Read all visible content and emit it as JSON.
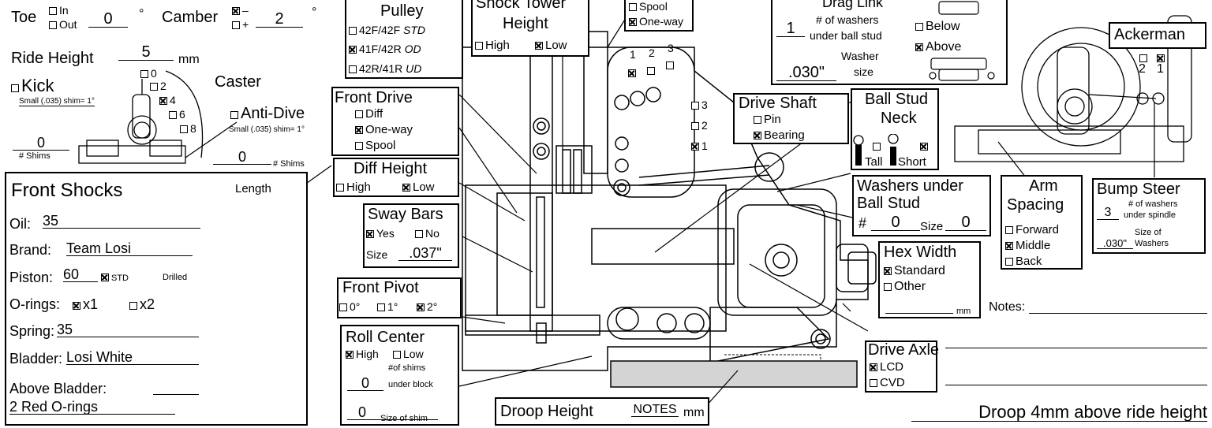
{
  "toe": {
    "label": "Toe",
    "opt_in": "In",
    "opt_out": "Out",
    "value": "0",
    "unit": "°"
  },
  "camber": {
    "label": "Camber",
    "opt_minus": "–",
    "opt_plus": "+",
    "value": "2",
    "unit": "°"
  },
  "ride_height": {
    "label": "Ride Height",
    "value": "5",
    "unit": "mm"
  },
  "kick": {
    "label": "Kick",
    "note": "Small (.035) shim= 1°",
    "shims_value": "0",
    "shims_label": "# Shims"
  },
  "caster": {
    "label": "Caster",
    "positions": [
      "0",
      "2",
      "4",
      "6",
      "8"
    ]
  },
  "anti_dive": {
    "label": "Anti-Dive",
    "note": "Small (.035) shim= 1°",
    "value": "0",
    "shims_label": "# Shims"
  },
  "front_shocks": {
    "title": "Front Shocks",
    "length_label": "Length",
    "oil_label": "Oil:",
    "oil": "35",
    "brand_label": "Brand:",
    "brand": "Team Losi",
    "piston_label": "Piston:",
    "piston": "60",
    "piston_std": "STD",
    "piston_drilled": "Drilled",
    "orings_label": "O-rings:",
    "orings_x1": "x1",
    "orings_x2": "x2",
    "spring_label": "Spring:",
    "spring": "35",
    "bladder_label": "Bladder:",
    "bladder": "Losi White",
    "above_label": "Above Bladder:",
    "above": "2 Red O-rings"
  },
  "pulley": {
    "title": "Pulley",
    "options": [
      "42F/42F",
      "41F/42R",
      "42R/41R"
    ],
    "tags": [
      "STD",
      "OD",
      "UD"
    ]
  },
  "shock_tower": {
    "title1": "Shock Tower",
    "title2": "Height",
    "opt_high": "High",
    "opt_low": "Low"
  },
  "diff_type": {
    "opt_spool": "Spool",
    "opt_oneway": "One-way"
  },
  "front_drive": {
    "title": "Front Drive",
    "options": [
      "Diff",
      "One-way",
      "Spool"
    ]
  },
  "diff_height": {
    "title": "Diff Height",
    "opt_high": "High",
    "opt_low": "Low"
  },
  "sway_bars": {
    "title": "Sway Bars",
    "opt_yes": "Yes",
    "opt_no": "No",
    "size_label": "Size",
    "size": ".037\""
  },
  "front_pivot": {
    "title": "Front Pivot",
    "options": [
      "0°",
      "1°",
      "2°"
    ]
  },
  "roll_center": {
    "title": "Roll Center",
    "opt_high": "High",
    "opt_low": "Low",
    "shims_value": "0",
    "shims_label": "#of shims",
    "shims_label2": "under block",
    "size_value": "0",
    "size_label": "Size of shim"
  },
  "droop_height": {
    "label": "Droop Height",
    "value": "NOTES",
    "unit": "mm"
  },
  "tower_holes": {
    "top": [
      "1",
      "2",
      "3"
    ],
    "side": [
      "3",
      "2",
      "1"
    ]
  },
  "drive_shaft": {
    "title": "Drive Shaft",
    "opt_pin": "Pin",
    "opt_bearing": "Bearing"
  },
  "ball_stud_neck": {
    "title1": "Ball Stud",
    "title2": "Neck",
    "opt_tall": "Tall",
    "opt_short": "Short"
  },
  "washers_ball_stud": {
    "title1": "Washers under",
    "title2": "Ball Stud",
    "num_label": "#",
    "num": "0",
    "size_label": "Size",
    "size": "0"
  },
  "hex_width": {
    "title": "Hex Width",
    "opt_standard": "Standard",
    "opt_other": "Other",
    "unit": "mm"
  },
  "drive_axle": {
    "title": "Drive Axle",
    "opt_lcd": "LCD",
    "opt_cvd": "CVD"
  },
  "drag_link": {
    "title": "Drag Link",
    "washers_value": "1",
    "washers_label1": "# of washers",
    "washers_label2": "under ball stud",
    "washer_size": ".030\"",
    "washer_size_label1": "Washer",
    "washer_size_label2": "size",
    "opt_below": "Below",
    "opt_above": "Above"
  },
  "ackerman": {
    "title": "Ackerman",
    "positions": [
      "2",
      "1"
    ]
  },
  "arm_spacing": {
    "title1": "Arm",
    "title2": "Spacing",
    "options": [
      "Forward",
      "Middle",
      "Back"
    ]
  },
  "bump_steer": {
    "title": "Bump Steer",
    "value": "3",
    "label1": "# of washers",
    "label2": "under spindle",
    "size": ".030\"",
    "size_label1": "Size of",
    "size_label2": "Washers"
  },
  "notes": {
    "label": "Notes:",
    "text": "Droop 4mm above ride height"
  }
}
